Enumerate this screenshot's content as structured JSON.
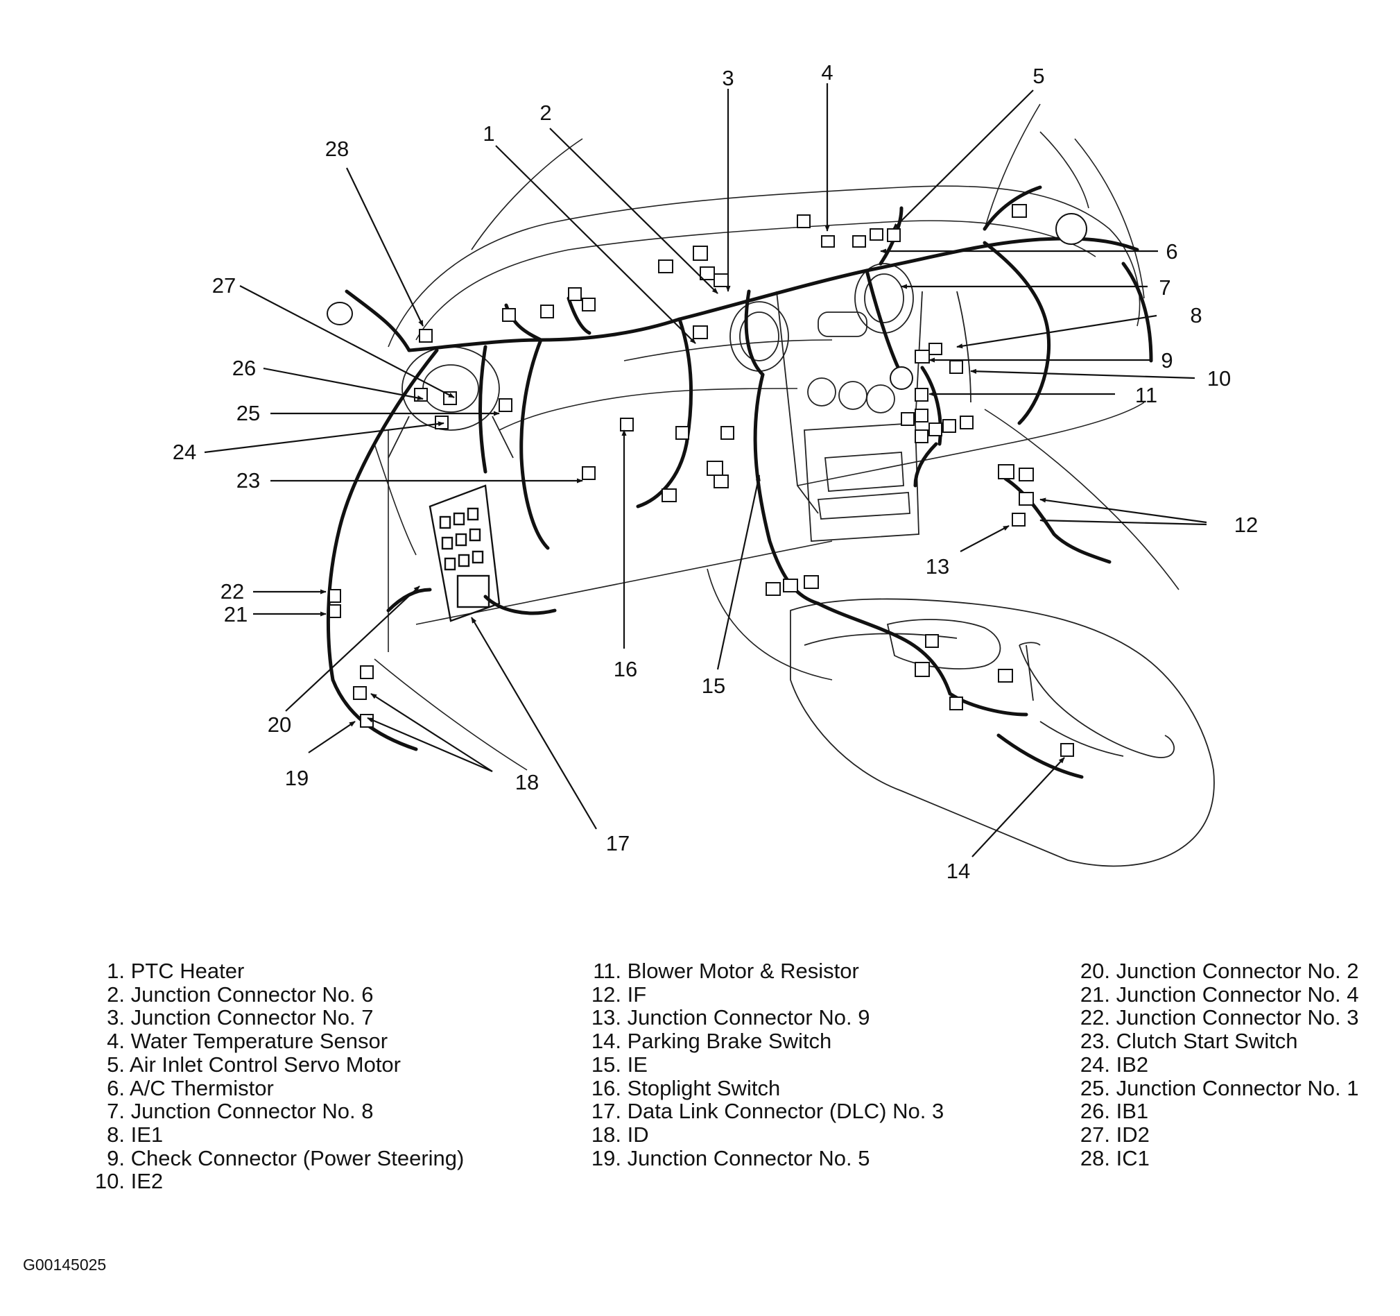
{
  "figure_id": "G00145025",
  "callouts": [
    "1",
    "2",
    "3",
    "4",
    "5",
    "6",
    "7",
    "8",
    "9",
    "10",
    "11",
    "12",
    "13",
    "14",
    "15",
    "16",
    "17",
    "18",
    "19",
    "20",
    "21",
    "22",
    "23",
    "24",
    "25",
    "26",
    "27",
    "28"
  ],
  "legend": {
    "col1": [
      {
        "num": "1.",
        "label": "PTC Heater"
      },
      {
        "num": "2.",
        "label": "Junction Connector No. 6"
      },
      {
        "num": "3.",
        "label": "Junction Connector No. 7"
      },
      {
        "num": "4.",
        "label": "Water Temperature Sensor"
      },
      {
        "num": "5.",
        "label": "Air Inlet Control Servo Motor"
      },
      {
        "num": "6.",
        "label": "A/C Thermistor"
      },
      {
        "num": "7.",
        "label": "Junction Connector No. 8"
      },
      {
        "num": "8.",
        "label": "IE1"
      },
      {
        "num": "9.",
        "label": "Check Connector (Power Steering)"
      },
      {
        "num": "10.",
        "label": "IE2"
      }
    ],
    "col2": [
      {
        "num": "11.",
        "label": "Blower Motor & Resistor"
      },
      {
        "num": "12.",
        "label": "IF"
      },
      {
        "num": "13.",
        "label": "Junction Connector No. 9"
      },
      {
        "num": "14.",
        "label": "Parking Brake Switch"
      },
      {
        "num": "15.",
        "label": "IE"
      },
      {
        "num": "16.",
        "label": "Stoplight Switch"
      },
      {
        "num": "17.",
        "label": "Data Link Connector (DLC) No. 3"
      },
      {
        "num": "18.",
        "label": "ID"
      },
      {
        "num": "19.",
        "label": "Junction Connector No. 5"
      }
    ],
    "col3": [
      {
        "num": "20.",
        "label": "Junction Connector No. 2"
      },
      {
        "num": "21.",
        "label": "Junction Connector No. 4"
      },
      {
        "num": "22.",
        "label": "Junction Connector No. 3"
      },
      {
        "num": "23.",
        "label": "Clutch Start Switch"
      },
      {
        "num": "24.",
        "label": "IB2"
      },
      {
        "num": "25.",
        "label": "Junction Connector No. 1"
      },
      {
        "num": "26.",
        "label": "IB1"
      },
      {
        "num": "27.",
        "label": "ID2"
      },
      {
        "num": "28.",
        "label": "IC1"
      }
    ]
  }
}
